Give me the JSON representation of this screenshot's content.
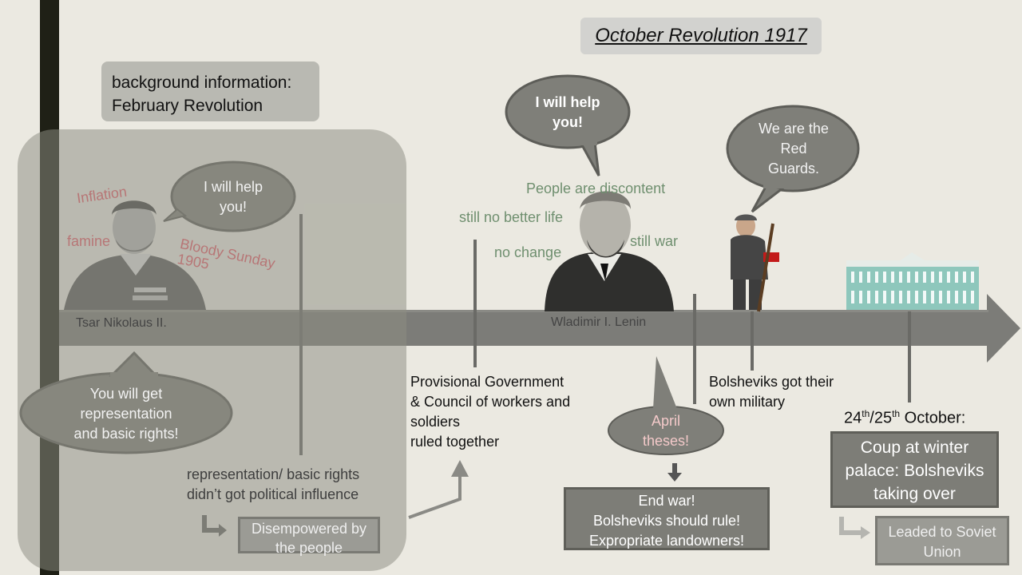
{
  "title": "October Revolution 1917",
  "background_box": {
    "line1": "background information:",
    "line2": "February Revolution"
  },
  "tsar": {
    "caption": "Tsar Nikolaus II.",
    "problems": [
      "Inflation",
      "famine",
      "Bloody Sunday",
      "1905"
    ],
    "bubble_top": [
      "I will help",
      "you!"
    ],
    "bubble_bottom": [
      "You will get",
      "representation",
      "and basic rights!"
    ]
  },
  "february": {
    "outcome": [
      "representation/ basic rights",
      "didn’t got political influence"
    ],
    "result": [
      "Disempowered by",
      "the people"
    ]
  },
  "provisional": [
    "Provisional Government",
    "&  Council of workers and",
    "soldiers",
    "ruled together"
  ],
  "lenin": {
    "caption": "Wladimir I. Lenin",
    "bubble": [
      "I will help",
      "you!"
    ],
    "discontent": [
      "People are discontent",
      "still no better life",
      "no change",
      "still war"
    ],
    "april": [
      "April",
      "theses!"
    ],
    "demands": [
      "End war!",
      "Bolsheviks should rule!",
      "Expropriate landowners!"
    ]
  },
  "red_guards": {
    "bubble": [
      "We are the",
      "Red",
      "Guards."
    ],
    "caption": [
      "Bolsheviks got their",
      "own military"
    ]
  },
  "october": {
    "date_parts": [
      "24",
      "th",
      "/25",
      "th",
      " October:"
    ],
    "coup": [
      "Coup at winter",
      "palace: Bolsheviks",
      "taking over"
    ],
    "result": [
      "Leaded to Soviet",
      "Union"
    ]
  },
  "colors": {
    "red_words": "#b77676",
    "green_words": "#6f8f6f",
    "april_text": "#f3c9c9",
    "arrow": "#7c7c78"
  }
}
